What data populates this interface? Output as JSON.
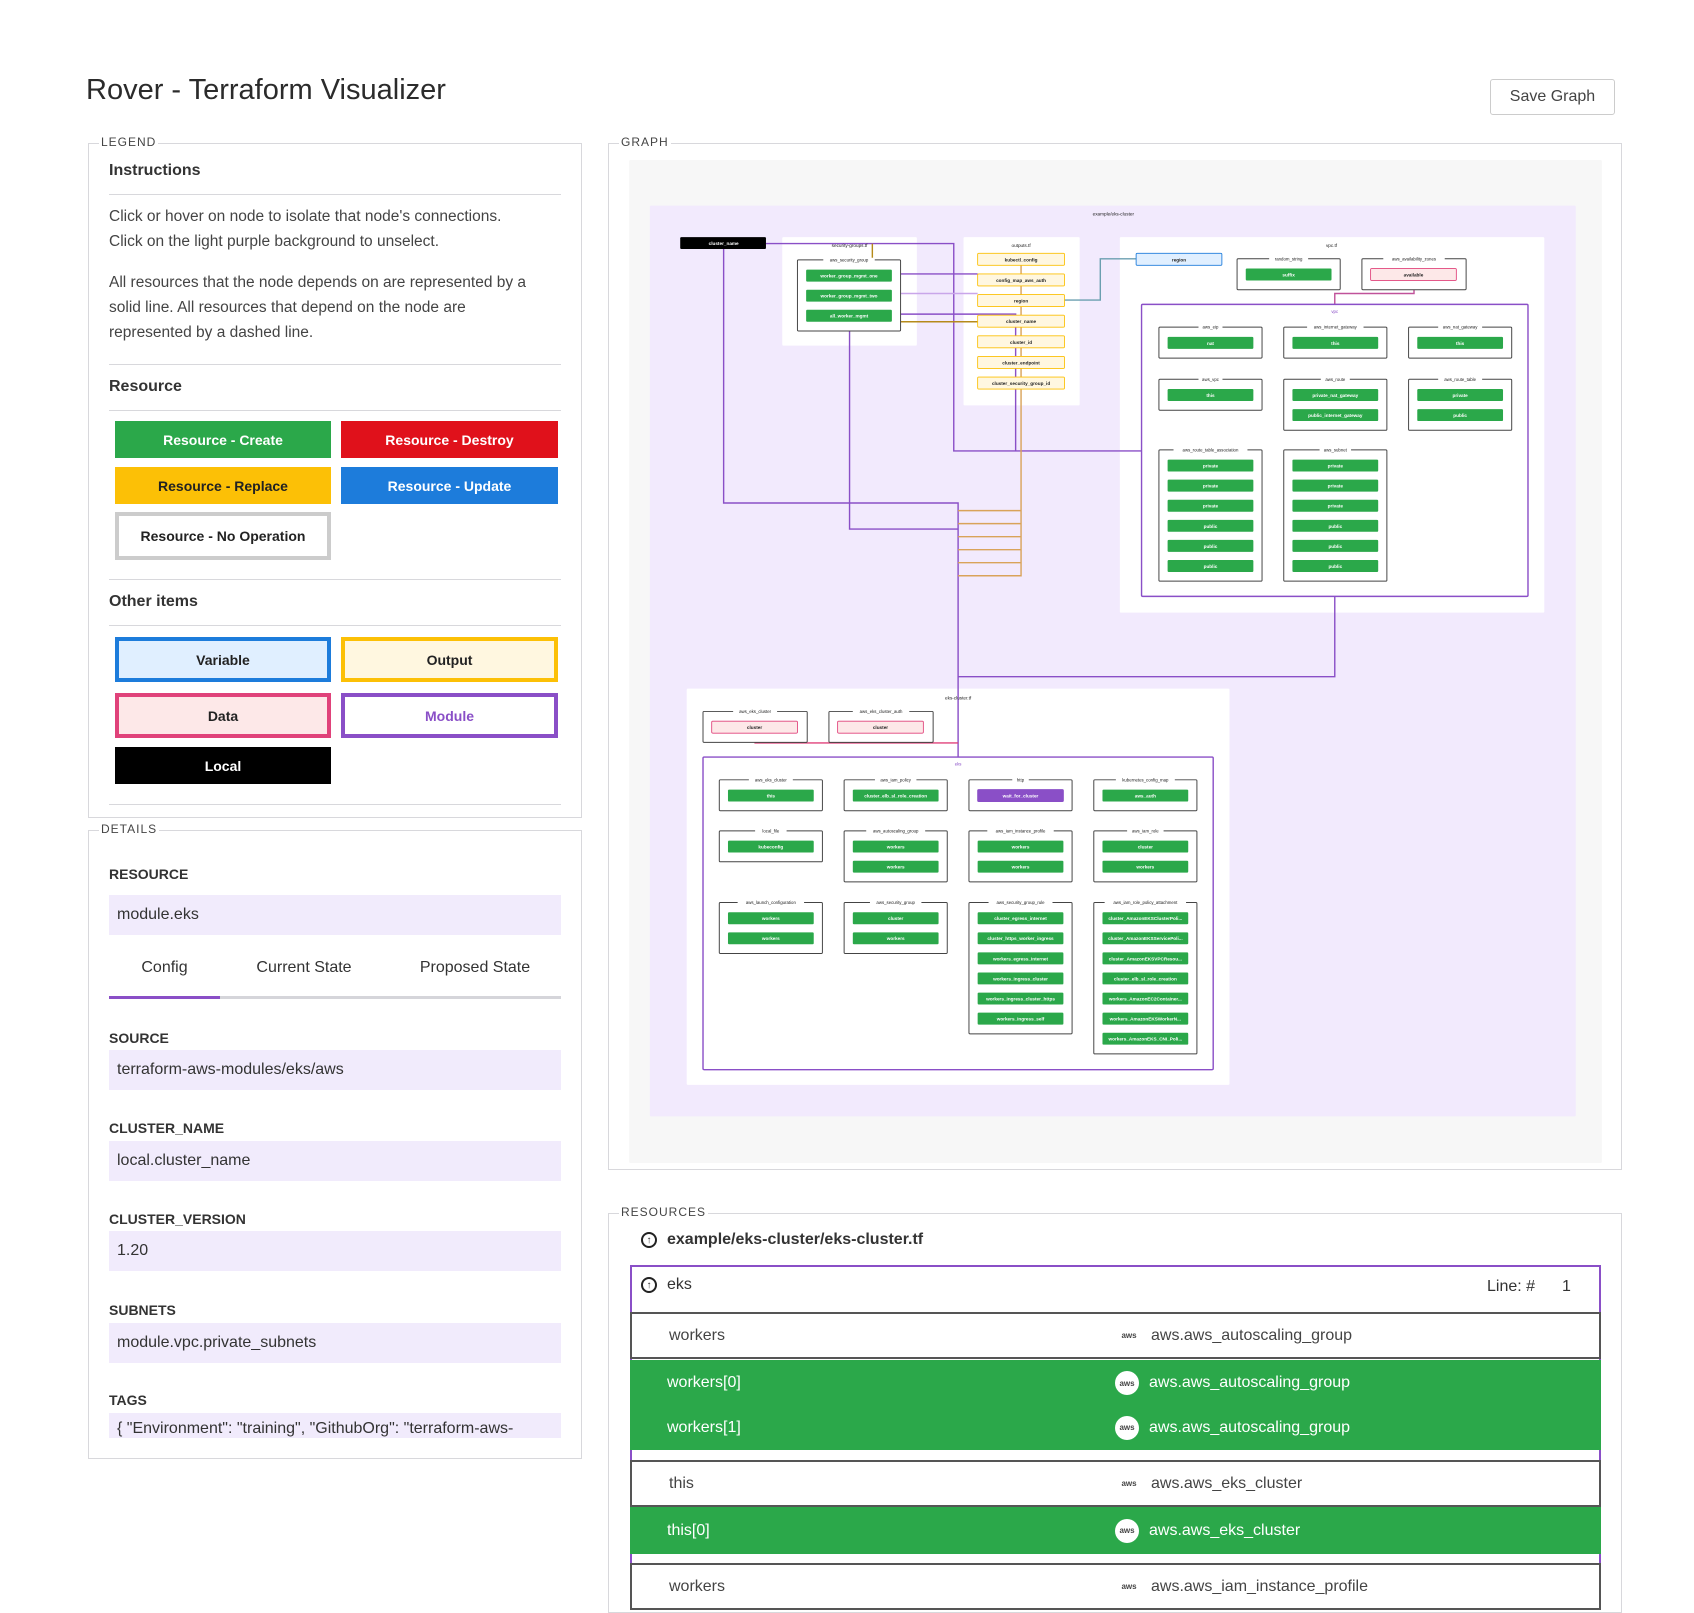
{
  "header": {
    "title": "Rover - Terraform Visualizer",
    "save_label": "Save Graph"
  },
  "legend": {
    "section_label": "LEGEND",
    "instructions_heading": "Instructions",
    "instructions_p1_l1": "Click or hover on node to isolate that node's connections.",
    "instructions_p1_l2": "Click on the light purple background to unselect.",
    "instructions_p2_l1": "All resources that the node depends on are represented by a",
    "instructions_p2_l2": "solid line. All resources that depend on the node are",
    "instructions_p2_l3": "represented by a dashed line.",
    "resource_heading": "Resource",
    "resource_items": [
      {
        "label": "Resource - Create",
        "color": "#2ba84a"
      },
      {
        "label": "Resource - Destroy",
        "color": "#e0111b"
      },
      {
        "label": "Resource - Replace",
        "color": "#fcc006"
      },
      {
        "label": "Resource - Update",
        "color": "#1d7cdb"
      },
      {
        "label": "Resource - No Operation",
        "color": "#cccccc"
      }
    ],
    "other_heading": "Other items",
    "other_items": [
      {
        "label": "Variable",
        "color": "#1d7cdb"
      },
      {
        "label": "Output",
        "color": "#fcc006"
      },
      {
        "label": "Data",
        "color": "#e0427a"
      },
      {
        "label": "Module",
        "color": "#8a4fc7"
      },
      {
        "label": "Local",
        "color": "#000000"
      }
    ]
  },
  "details": {
    "section_label": "DETAILS",
    "resource_label": "RESOURCE",
    "resource_value": "module.eks",
    "tabs": [
      "Config",
      "Current State",
      "Proposed State"
    ],
    "active_tab": "Config",
    "fields": [
      {
        "label": "SOURCE",
        "value": "terraform-aws-modules/eks/aws"
      },
      {
        "label": "CLUSTER_NAME",
        "value": "local.cluster_name"
      },
      {
        "label": "CLUSTER_VERSION",
        "value": "1.20"
      },
      {
        "label": "SUBNETS",
        "value": "module.vpc.private_subnets"
      },
      {
        "label": "TAGS",
        "value": "{ \"Environment\": \"training\", \"GithubOrg\": \"terraform-aws-"
      }
    ]
  },
  "graph": {
    "section_label": "GRAPH",
    "root_label": "example/eks-cluster",
    "local": "cluster_name",
    "security_groups_file": {
      "label": "security-groups.tf",
      "group": {
        "label": "aws_security_group",
        "nodes": [
          "worker_group_mgmt_one",
          "worker_group_mgmt_two",
          "all_worker_mgmt"
        ]
      }
    },
    "outputs_file": {
      "label": "outputs.tf",
      "outputs": [
        "kubectl_config",
        "config_map_aws_auth",
        "region",
        "cluster_name",
        "cluster_id",
        "cluster_endpoint",
        "cluster_security_group_id"
      ]
    },
    "vpc_file": {
      "label": "vpc.tf",
      "variable": "region",
      "groups": [
        {
          "label": "random_string",
          "kind": "create",
          "nodes": [
            "suffix"
          ]
        },
        {
          "label": "aws_availability_zones",
          "kind": "data",
          "nodes": [
            "available"
          ]
        }
      ],
      "module": {
        "label": "vpc",
        "groups": [
          {
            "label": "aws_eip",
            "kind": "create",
            "nodes": [
              "nat"
            ]
          },
          {
            "label": "aws_internet_gateway",
            "kind": "create",
            "nodes": [
              "this"
            ]
          },
          {
            "label": "aws_nat_gateway",
            "kind": "create",
            "nodes": [
              "this"
            ]
          },
          {
            "label": "aws_vpc",
            "kind": "create",
            "nodes": [
              "this"
            ]
          },
          {
            "label": "aws_route",
            "kind": "create",
            "nodes": [
              "private_nat_gateway",
              "public_internet_gateway"
            ]
          },
          {
            "label": "aws_route_table",
            "kind": "create",
            "nodes": [
              "private",
              "public"
            ]
          },
          {
            "label": "aws_route_table_association",
            "kind": "create",
            "nodes": [
              "private",
              "private",
              "private",
              "public",
              "public",
              "public"
            ]
          },
          {
            "label": "aws_subnet",
            "kind": "create",
            "nodes": [
              "private",
              "private",
              "private",
              "public",
              "public",
              "public"
            ]
          }
        ]
      }
    },
    "eks_file": {
      "label": "eks-cluster.tf",
      "groups": [
        {
          "label": "aws_eks_cluster",
          "kind": "data",
          "nodes": [
            "cluster"
          ]
        },
        {
          "label": "aws_eks_cluster_auth",
          "kind": "data",
          "nodes": [
            "cluster"
          ]
        }
      ],
      "module": {
        "label": "eks",
        "groups": [
          {
            "label": "aws_eks_cluster",
            "kind": "create",
            "nodes": [
              "this"
            ]
          },
          {
            "label": "aws_iam_policy",
            "kind": "create",
            "nodes": [
              "cluster_elb_sl_role_creation"
            ]
          },
          {
            "label": "http",
            "kind": "purple",
            "nodes": [
              "wait_for_cluster"
            ]
          },
          {
            "label": "kubernetes_config_map",
            "kind": "create",
            "nodes": [
              "aws_auth"
            ]
          },
          {
            "label": "local_file",
            "kind": "create",
            "nodes": [
              "kubeconfig"
            ]
          },
          {
            "label": "aws_autoscaling_group",
            "kind": "create",
            "nodes": [
              "workers",
              "workers"
            ]
          },
          {
            "label": "aws_iam_instance_profile",
            "kind": "create",
            "nodes": [
              "workers",
              "workers"
            ]
          },
          {
            "label": "aws_iam_role",
            "kind": "create",
            "nodes": [
              "cluster",
              "workers"
            ]
          },
          {
            "label": "aws_launch_configuration",
            "kind": "create",
            "nodes": [
              "workers",
              "workers"
            ]
          },
          {
            "label": "aws_security_group",
            "kind": "create",
            "nodes": [
              "cluster",
              "workers"
            ]
          },
          {
            "label": "aws_security_group_rule",
            "kind": "create",
            "nodes": [
              "cluster_egress_internet",
              "cluster_https_worker_ingress",
              "workers_egress_internet",
              "workers_ingress_cluster",
              "workers_ingress_cluster_https",
              "workers_ingress_self"
            ]
          },
          {
            "label": "aws_iam_role_policy_attachment",
            "kind": "create",
            "nodes": [
              "cluster_AmazonEKSClusterPoli...",
              "cluster_AmazonEKSServicePoli...",
              "cluster_AmazonEKSVPCResou...",
              "cluster_elb_sl_role_creation",
              "workers_AmazonEC2Container...",
              "workers_AmazonEKSWorkerN...",
              "workers_AmazonEKS_CNI_Poli..."
            ]
          }
        ]
      }
    }
  },
  "resources": {
    "section_label": "RESOURCES",
    "file": "example/eks-cluster/eks-cluster.tf",
    "module": {
      "name": "eks",
      "line_label": "Line: #",
      "line": "1"
    },
    "rows": [
      {
        "name": "workers",
        "type": "aws.aws_autoscaling_group",
        "icon": "aws-icon",
        "state": "none"
      },
      {
        "name": "workers[0]",
        "type": "aws.aws_autoscaling_group",
        "icon": "aws-icon",
        "state": "create"
      },
      {
        "name": "workers[1]",
        "type": "aws.aws_autoscaling_group",
        "icon": "aws-icon",
        "state": "create"
      },
      {
        "name": "this",
        "type": "aws.aws_eks_cluster",
        "icon": "aws-icon",
        "state": "none"
      },
      {
        "name": "this[0]",
        "type": "aws.aws_eks_cluster",
        "icon": "aws-icon",
        "state": "create"
      },
      {
        "name": "workers",
        "type": "aws.aws_iam_instance_profile",
        "icon": "aws-icon",
        "state": "none"
      }
    ]
  }
}
